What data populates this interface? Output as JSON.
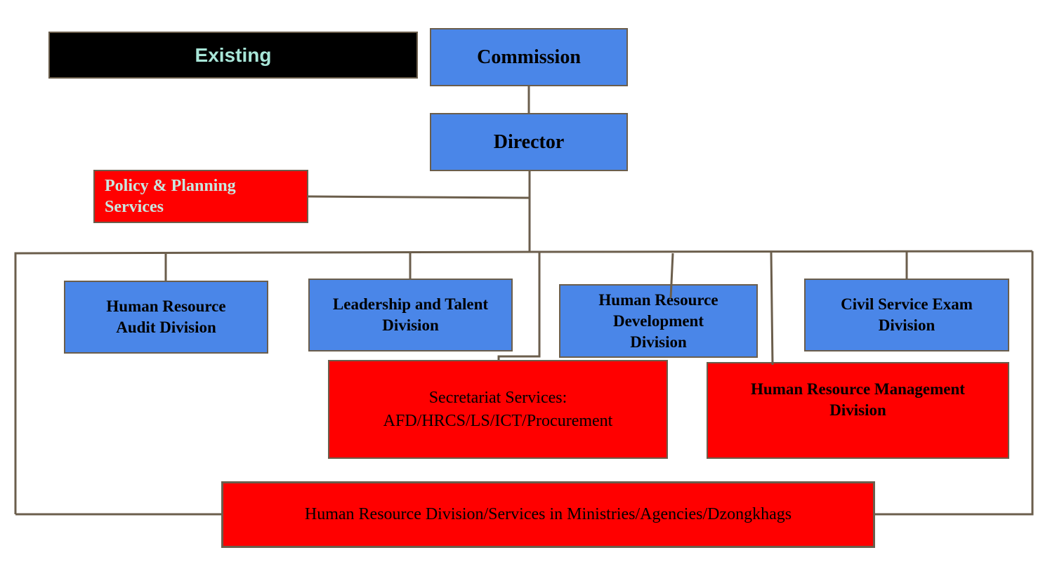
{
  "header": {
    "label": "Existing"
  },
  "colors": {
    "blue": "#4a86e8",
    "red": "#ff0000",
    "line": "#6b5e4c",
    "title_text": "#a8e6d8"
  },
  "nodes": {
    "commission": "Commission",
    "director": "Director",
    "policy": {
      "line1": "Policy & Planning",
      "line2": "Services"
    },
    "hr_audit": {
      "line1": "Human Resource",
      "line2": "Audit Division"
    },
    "leadership": {
      "line1": "Leadership and Talent",
      "line2": "Division"
    },
    "hr_dev": {
      "line1": "Human Resource",
      "line2": "Development",
      "line3": "Division"
    },
    "civil_exam": {
      "line1": "Civil Service Exam",
      "line2": "Division"
    },
    "secretariat": {
      "line1": "Secretariat Services:",
      "line2": "AFD/HRCS/LS/ICT/Procurement"
    },
    "hrm": {
      "line1": "Human Resource Management",
      "line2": "Division"
    },
    "hr_ministries": "Human Resource Division/Services in Ministries/Agencies/Dzongkhags"
  }
}
